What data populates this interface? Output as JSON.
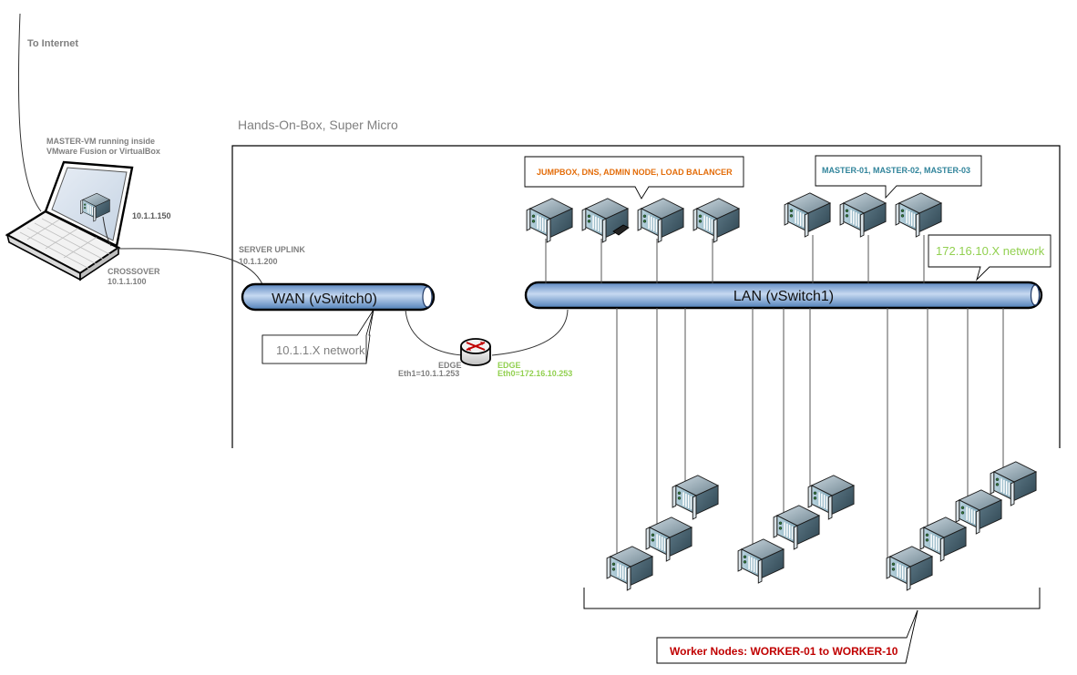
{
  "labels": {
    "to_internet": "To Internet",
    "master_vm_line1": "MASTER-VM running inside",
    "master_vm_line2": "VMware Fusion or VirtualBox",
    "vm_ip": "10.1.1.150",
    "crossover": "CROSSOVER",
    "crossover_ip": "10.1.1.100",
    "server_uplink": "SERVER UPLINK",
    "server_uplink_ip": "10.1.1.200",
    "box_title": "Hands-On-Box, Super Micro",
    "wan_switch": "WAN (vSwitch0)",
    "lan_switch": "LAN (vSwitch1)",
    "wan_network": "10.1.1.X network",
    "lan_network": "172.16.10.X network",
    "edge_eth1_name": "EDGE",
    "edge_eth1_ip": "Eth1=10.1.1.253",
    "edge_eth0_name": "EDGE",
    "edge_eth0_ip": "Eth0=172.16.10.253",
    "infra_callout": "JUMPBOX, DNS, ADMIN NODE, LOAD BALANCER",
    "masters_callout": "MASTER-01, MASTER-02, MASTER-03",
    "workers_callout": "Worker Nodes: WORKER-01 to WORKER-10"
  },
  "colors": {
    "infra": "#e36c09",
    "masters": "#31849b",
    "lan_network": "#92d050",
    "edge_eth0": "#92d050",
    "workers": "#c00000",
    "gray_text": "#7f7f7f",
    "switch_fill": "#8db3e2"
  },
  "nodes": {
    "infra": [
      "JUMPBOX",
      "DNS",
      "ADMIN NODE",
      "LOAD BALANCER"
    ],
    "masters": [
      "MASTER-01",
      "MASTER-02",
      "MASTER-03"
    ],
    "workers_count": 10
  }
}
